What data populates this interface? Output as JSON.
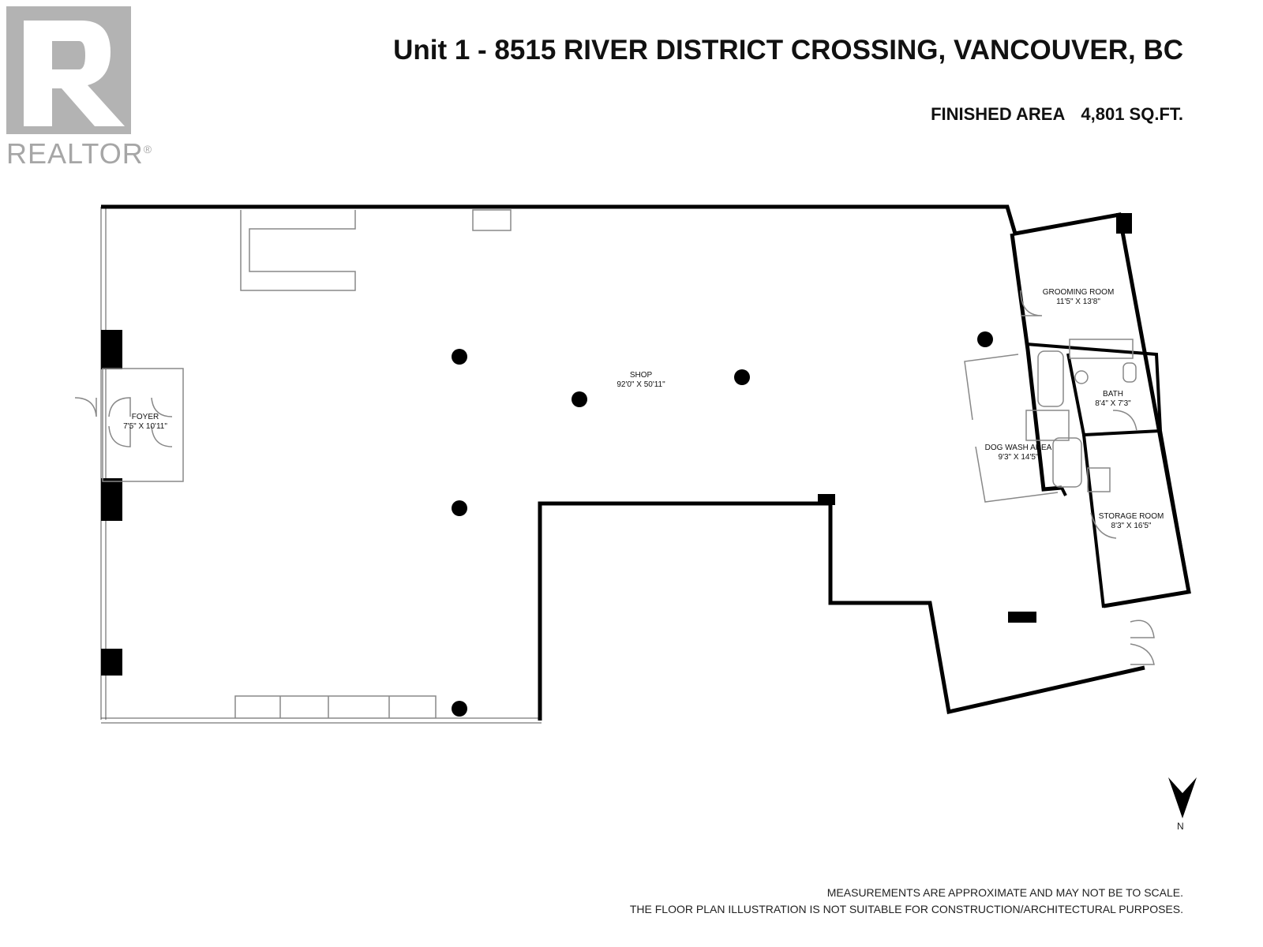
{
  "logo": {
    "text": "REALTOR",
    "mark": "®",
    "icon": "realtor-r-logo"
  },
  "header": {
    "title": "Unit 1 - 8515 RIVER DISTRICT CROSSING, VANCOUVER, BC",
    "area_label": "FINISHED AREA",
    "area_value": "4,801 SQ.FT."
  },
  "rooms": {
    "shop": {
      "name": "SHOP",
      "dims": "92'0\" X 50'11\""
    },
    "foyer": {
      "name": "FOYER",
      "dims": "7'5\" X 10'11\""
    },
    "grooming": {
      "name": "GROOMING ROOM",
      "dims": "11'5\" X 13'8\""
    },
    "bath": {
      "name": "BATH",
      "dims": "8'4\" X 7'3\""
    },
    "dogwash": {
      "name": "DOG WASH AREA",
      "dims": "9'3\" X 14'5\""
    },
    "storage": {
      "name": "STORAGE ROOM",
      "dims": "8'3\" X 16'5\""
    }
  },
  "compass": {
    "label": "N",
    "icon": "north-arrow-icon"
  },
  "disclaimer": {
    "line1": "MEASUREMENTS ARE APPROXIMATE AND MAY NOT BE TO SCALE.",
    "line2": "THE FLOOR PLAN ILLUSTRATION IS NOT SUITABLE FOR CONSTRUCTION/ARCHITECTURAL PURPOSES."
  },
  "colors": {
    "wall": "#000000",
    "fixture": "#888888",
    "logo": "#b3b3b3"
  }
}
